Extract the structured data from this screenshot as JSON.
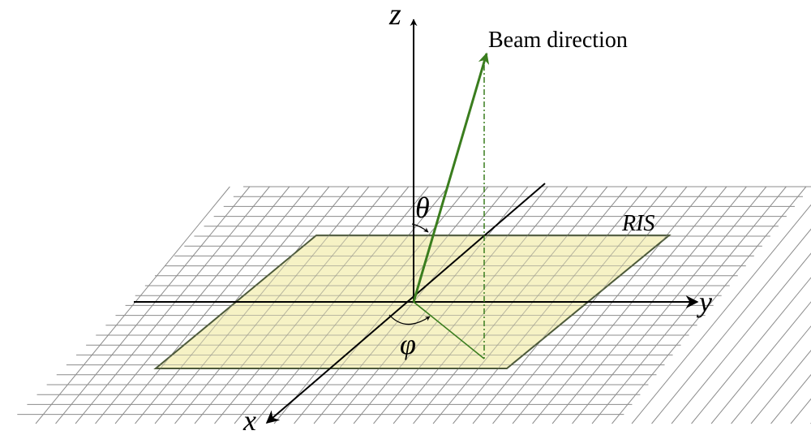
{
  "labels": {
    "beam": "Beam direction",
    "surface": "RIS",
    "axis_x": "x",
    "axis_y": "y",
    "axis_z": "z",
    "elevation": "θ",
    "azimuth": "φ"
  },
  "colors": {
    "background": "#ffffff",
    "grid": "#8c8c8c",
    "surface_fill": "#f4f0bb",
    "surface_edge": "#4d5a3a",
    "beam": "#3a7d1e",
    "axes": "#000000"
  }
}
